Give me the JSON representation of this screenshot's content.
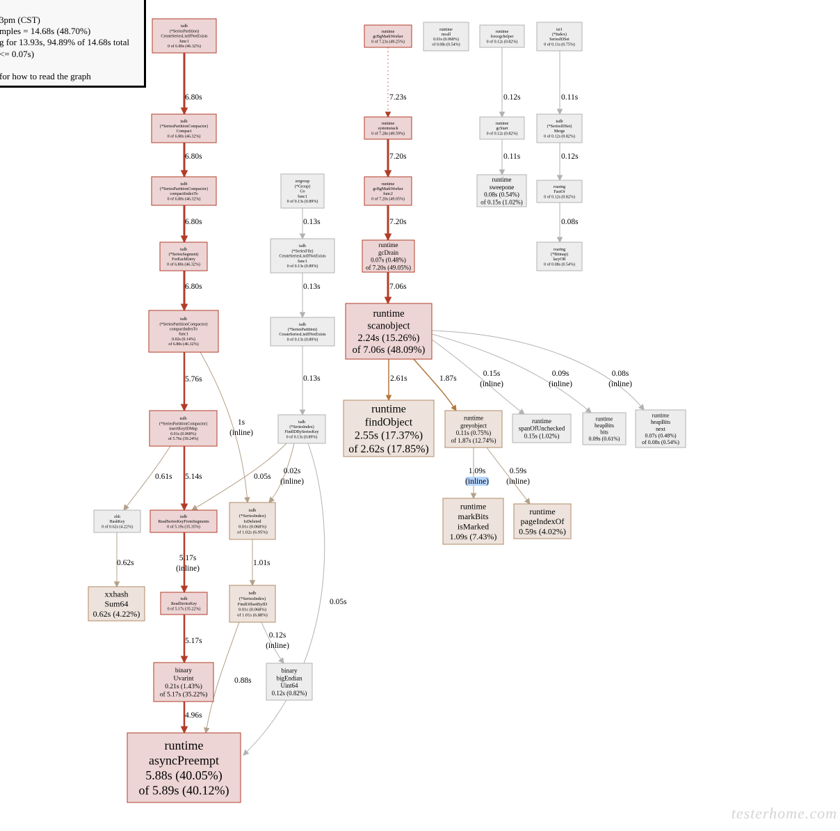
{
  "legend": {
    "lines": [
      "3pm (CST)",
      "mples = 14.68s (48.70%)",
      "g for 13.93s, 94.89% of 14.68s total",
      "<= 0.07s)",
      "",
      "for how to read the graph"
    ]
  },
  "nodes": [
    {
      "id": "n1",
      "lines": [
        "tsdb",
        "(*SeriesPartition)",
        "CreateSeriesListIfNotExists",
        "func1",
        "0 of 6.80s (46.32%)"
      ],
      "hot": true
    },
    {
      "id": "n2",
      "lines": [
        "tsdb",
        "(*SeriesPartitionCompactor)",
        "Compact",
        "0 of 6.80s (46.32%)"
      ],
      "hot": true
    },
    {
      "id": "n3",
      "lines": [
        "tsdb",
        "(*SeriesPartitionCompactor)",
        "compactIndexTo",
        "0 of 6.80s (46.32%)"
      ],
      "hot": true
    },
    {
      "id": "n4",
      "lines": [
        "tsdb",
        "(*SeriesSegment)",
        "ForEachEntry",
        "0 of 6.80s (46.32%)"
      ],
      "hot": true
    },
    {
      "id": "n5",
      "lines": [
        "tsdb",
        "(*SeriesPartitionCompactor)",
        "compactIndexTo",
        "func1",
        "0.02s (0.14%)",
        "of 6.80s (46.32%)"
      ],
      "hot": true
    },
    {
      "id": "n6",
      "lines": [
        "tsdb",
        "(*SeriesPartitionCompactor)",
        "insertKeyIDMap",
        "0.01s (0.068%)",
        "of 5.76s (39.24%)"
      ],
      "hot": true
    },
    {
      "id": "n7",
      "lines": [
        "tsdb",
        "ReadSeriesKeyFromSegments",
        "0 of 5.19s (35.35%)"
      ],
      "hot": true
    },
    {
      "id": "n8",
      "lines": [
        "tsdb",
        "ReadSeriesKey",
        "0 of 5.17s (35.22%)"
      ],
      "hot": true
    },
    {
      "id": "n9",
      "lines": [
        "binary",
        "Uvarint",
        "0.21s (1.43%)",
        "of 5.17s (35.22%)"
      ],
      "hot": true
    },
    {
      "id": "n10",
      "lines": [
        "runtime",
        "asyncPreempt",
        "5.88s (40.05%)",
        "of 5.89s (40.12%)"
      ],
      "hot": true
    },
    {
      "id": "n11",
      "lines": [
        "zhh",
        "HashKey",
        "0 of 0.62s (4.22%)"
      ],
      "hot": false
    },
    {
      "id": "n12",
      "lines": [
        "xxhash",
        "Sum64",
        "0.62s (4.22%)"
      ],
      "hot": false
    },
    {
      "id": "n13",
      "lines": [
        "errgroup",
        "(*Group)",
        "Go",
        "func1",
        "0 of 0.13s (0.89%)"
      ],
      "hot": false
    },
    {
      "id": "n14",
      "lines": [
        "tsdb",
        "(*SeriesFile)",
        "CreateSeriesListIfNotExists",
        "func1",
        "0 of 0.13s (0.89%)"
      ],
      "hot": false
    },
    {
      "id": "n15",
      "lines": [
        "tsdb",
        "(*SeriesPartition)",
        "CreateSeriesListIfNotExists",
        "0 of 0.13s (0.89%)"
      ],
      "hot": false
    },
    {
      "id": "n16",
      "lines": [
        "tsdb",
        "(*SeriesIndex)",
        "FindIDBySeriesKey",
        "0 of 0.13s (0.89%)"
      ],
      "hot": false
    },
    {
      "id": "n17",
      "lines": [
        "tsdb",
        "(*SeriesIndex)",
        "IsDeleted",
        "0.01s (0.068%)",
        "of 1.02s (6.95%)"
      ],
      "hot": false
    },
    {
      "id": "n18",
      "lines": [
        "tsdb",
        "(*SeriesIndex)",
        "FindOffsetByID",
        "0.01s (0.068%)",
        "of 1.01s (6.88%)"
      ],
      "hot": false
    },
    {
      "id": "n19",
      "lines": [
        "binary",
        "bigEndian",
        "Uint64",
        "0.12s (0.82%)"
      ],
      "hot": false
    },
    {
      "id": "n20",
      "lines": [
        "runtime",
        "gcBgMarkWorker",
        "0 of 7.23s (49.25%)"
      ],
      "hot": true
    },
    {
      "id": "n21",
      "lines": [
        "runtime",
        "systemstack",
        "0 of 7.28s (49.59%)"
      ],
      "hot": true
    },
    {
      "id": "n22",
      "lines": [
        "runtime",
        "gcBgMarkWorker",
        "func2",
        "0 of 7.20s (49.05%)"
      ],
      "hot": true
    },
    {
      "id": "n23",
      "lines": [
        "runtime",
        "gcDrain",
        "0.07s (0.48%)",
        "of 7.20s (49.05%)"
      ],
      "hot": true
    },
    {
      "id": "n24",
      "lines": [
        "runtime",
        "scanobject",
        "2.24s (15.26%)",
        "of 7.06s (48.09%)"
      ],
      "hot": true
    },
    {
      "id": "n25",
      "lines": [
        "runtime",
        "findObject",
        "2.55s (17.37%)",
        "of 2.62s (17.85%)"
      ],
      "hot": false
    },
    {
      "id": "n26",
      "lines": [
        "runtime",
        "greyobject",
        "0.11s (0.75%)",
        "of 1.87s (12.74%)"
      ],
      "hot": false
    },
    {
      "id": "n27",
      "lines": [
        "runtime",
        "spanOfUnchecked",
        "0.15s (1.02%)"
      ],
      "hot": false
    },
    {
      "id": "n28",
      "lines": [
        "runtime",
        "heapBits",
        "bits",
        "0.09s (0.61%)"
      ],
      "hot": false
    },
    {
      "id": "n29",
      "lines": [
        "runtime",
        "heapBits",
        "next",
        "0.07s (0.48%)",
        "of 0.08s (0.54%)"
      ],
      "hot": false
    },
    {
      "id": "n30",
      "lines": [
        "runtime",
        "markBits",
        "isMarked",
        "1.09s (7.43%)"
      ],
      "hot": false
    },
    {
      "id": "n31",
      "lines": [
        "runtime",
        "pageIndexOf",
        "0.59s (4.02%)"
      ],
      "hot": false
    },
    {
      "id": "n32",
      "lines": [
        "runtime",
        "mcall",
        "0.01s (0.068%)",
        "of 0.08s (0.54%)"
      ],
      "hot": false
    },
    {
      "id": "n33",
      "lines": [
        "runtime",
        "forcegchelper",
        "0 of 0.12s (0.82%)"
      ],
      "hot": false
    },
    {
      "id": "n34",
      "lines": [
        "runtime",
        "gcStart",
        "0 of 0.12s (0.82%)"
      ],
      "hot": false
    },
    {
      "id": "n35",
      "lines": [
        "runtime",
        "sweepone",
        "0.08s (0.54%)",
        "of 0.15s (1.02%)"
      ],
      "hot": false
    },
    {
      "id": "n36",
      "lines": [
        "tsi1",
        "(*Index)",
        "SeriesIDSet",
        "0 of 0.11s (0.75%)"
      ],
      "hot": false
    },
    {
      "id": "n37",
      "lines": [
        "tsdb",
        "(*SeriesIDSet)",
        "Merge",
        "0 of 0.12s (0.82%)"
      ],
      "hot": false
    },
    {
      "id": "n38",
      "lines": [
        "roaring",
        "FastOr",
        "0 of 0.12s (0.82%)"
      ],
      "hot": false
    },
    {
      "id": "n39",
      "lines": [
        "roaring",
        "(*Bitmap)",
        "lazyOR",
        "0 of 0.08s (0.54%)"
      ],
      "hot": false
    }
  ],
  "edges": [
    {
      "from": "n1",
      "to": "n2",
      "label": [
        "6.80s"
      ],
      "hot": true
    },
    {
      "from": "n2",
      "to": "n3",
      "label": [
        "6.80s"
      ],
      "hot": true
    },
    {
      "from": "n3",
      "to": "n4",
      "label": [
        "6.80s"
      ],
      "hot": true
    },
    {
      "from": "n4",
      "to": "n5",
      "label": [
        "6.80s"
      ],
      "hot": true
    },
    {
      "from": "n5",
      "to": "n6",
      "label": [
        "5.76s"
      ],
      "hot": true
    },
    {
      "from": "n5",
      "to": "n17",
      "label": [
        "1s",
        "(inline)"
      ],
      "hot": false
    },
    {
      "from": "n6",
      "to": "n11",
      "label": [
        "0.61s"
      ],
      "hot": false
    },
    {
      "from": "n6",
      "to": "n7",
      "label": [
        "5.14s"
      ],
      "hot": true
    },
    {
      "from": "n16",
      "to": "n7",
      "label": [
        "0.05s"
      ],
      "hot": false
    },
    {
      "from": "n16",
      "to": "n17",
      "label": [
        "0.02s",
        "(inline)"
      ],
      "hot": false
    },
    {
      "from": "n16",
      "to": "n10",
      "label": [
        "0.05s"
      ],
      "hot": false
    },
    {
      "from": "n7",
      "to": "n8",
      "label": [
        "5.17s",
        "(inline)"
      ],
      "hot": true
    },
    {
      "from": "n8",
      "to": "n9",
      "label": [
        "5.17s"
      ],
      "hot": true
    },
    {
      "from": "n9",
      "to": "n10",
      "label": [
        "4.96s"
      ],
      "hot": true
    },
    {
      "from": "n11",
      "to": "n12",
      "label": [
        "0.62s"
      ],
      "hot": false
    },
    {
      "from": "n17",
      "to": "n18",
      "label": [
        "1.01s"
      ],
      "hot": false
    },
    {
      "from": "n18",
      "to": "n19",
      "label": [
        "0.12s",
        "(inline)"
      ],
      "hot": false
    },
    {
      "from": "n18",
      "to": "n10",
      "label": [
        "0.88s"
      ],
      "hot": false
    },
    {
      "from": "n13",
      "to": "n14",
      "label": [
        "0.13s"
      ],
      "hot": false
    },
    {
      "from": "n14",
      "to": "n15",
      "label": [
        "0.13s"
      ],
      "hot": false
    },
    {
      "from": "n15",
      "to": "n16",
      "label": [
        "0.13s"
      ],
      "hot": false
    },
    {
      "from": "n20",
      "to": "n21",
      "label": [
        "7.23s"
      ],
      "hot": true
    },
    {
      "from": "n21",
      "to": "n22",
      "label": [
        "7.20s"
      ],
      "hot": true
    },
    {
      "from": "n22",
      "to": "n23",
      "label": [
        "7.20s"
      ],
      "hot": true
    },
    {
      "from": "n23",
      "to": "n24",
      "label": [
        "7.06s"
      ],
      "hot": true
    },
    {
      "from": "n24",
      "to": "n25",
      "label": [
        "2.61s"
      ],
      "hot": false
    },
    {
      "from": "n24",
      "to": "n26",
      "label": [
        "1.87s"
      ],
      "hot": false
    },
    {
      "from": "n24",
      "to": "n27",
      "label": [
        "0.15s",
        "(inline)"
      ],
      "hot": false
    },
    {
      "from": "n24",
      "to": "n28",
      "label": [
        "0.09s",
        "(inline)"
      ],
      "hot": false
    },
    {
      "from": "n24",
      "to": "n29",
      "label": [
        "0.08s",
        "(inline)"
      ],
      "hot": false
    },
    {
      "from": "n26",
      "to": "n30",
      "label": [
        "1.09s",
        "(inline)"
      ],
      "hot": false
    },
    {
      "from": "n26",
      "to": "n31",
      "label": [
        "0.59s",
        "(inline)"
      ],
      "hot": false
    },
    {
      "from": "n33",
      "to": "n34",
      "label": [
        "0.12s"
      ],
      "hot": false
    },
    {
      "from": "n34",
      "to": "n35",
      "label": [
        "0.11s"
      ],
      "hot": false
    },
    {
      "from": "n36",
      "to": "n37",
      "label": [
        "0.11s"
      ],
      "hot": false
    },
    {
      "from": "n37",
      "to": "n38",
      "label": [
        "0.12s"
      ],
      "hot": false
    },
    {
      "from": "n38",
      "to": "n39",
      "label": [
        "0.08s"
      ],
      "hot": false
    }
  ],
  "watermark": "testerhome.com",
  "colors": {
    "hot_fill": "#edd5d5",
    "hot_stroke": "#b23c28",
    "hot_edge": "#b23c28",
    "warm_fill": "#ede3dc",
    "warm_stroke": "#b28866",
    "warm_edge": "#b2783c",
    "cold_fill": "#ededed",
    "cold_stroke": "#b2b2b2",
    "cold_edge": "#b2b2b2",
    "tan_edge": "#b2a089",
    "highlight": "#b8d6ff"
  }
}
